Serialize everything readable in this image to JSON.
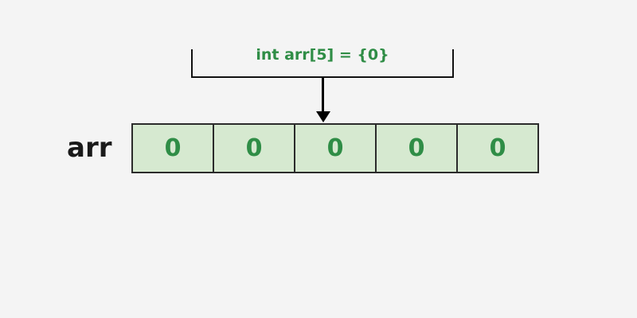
{
  "diagram": {
    "annotation": {
      "label": "int arr[5] = {0}"
    },
    "array": {
      "name": "arr",
      "cells": [
        "0",
        "0",
        "0",
        "0",
        "0"
      ]
    },
    "colors": {
      "background": "#f4f4f4",
      "cell_fill": "#d6e9d0",
      "cell_border": "#2b2b2b",
      "green_text": "#2f8d46",
      "line": "#000000"
    }
  }
}
